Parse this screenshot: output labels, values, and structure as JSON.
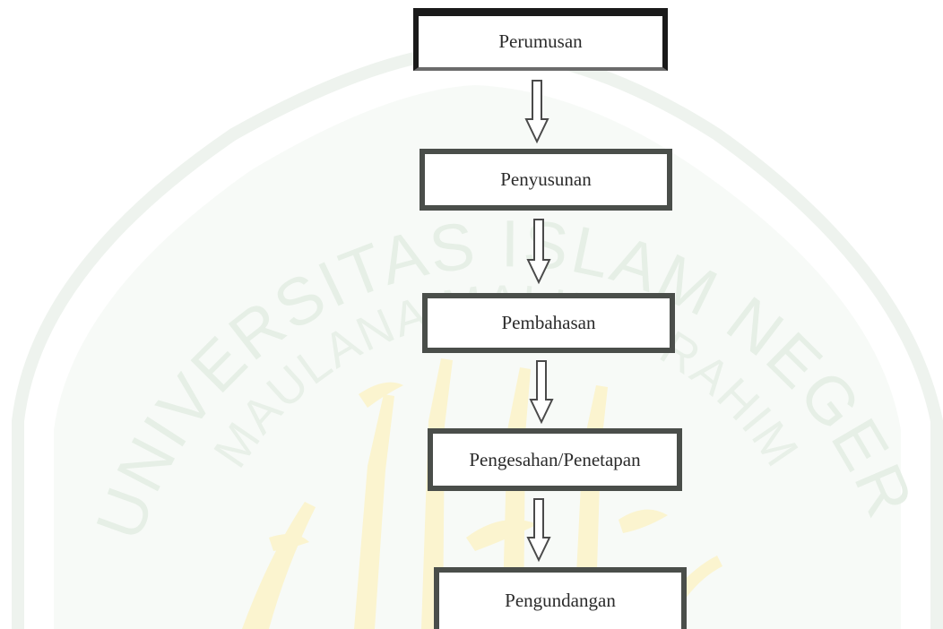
{
  "diagram": {
    "type": "flowchart",
    "direction": "top-to-bottom",
    "steps": [
      {
        "label": "Perumusan"
      },
      {
        "label": "Penyusunan"
      },
      {
        "label": "Pembahasan"
      },
      {
        "label": "Pengesahan/Penetapan"
      },
      {
        "label": "Pengundangan"
      }
    ],
    "connectors": [
      {
        "from": "Perumusan",
        "to": "Penyusunan",
        "style": "hollow-arrow"
      },
      {
        "from": "Penyusunan",
        "to": "Pembahasan",
        "style": "hollow-arrow"
      },
      {
        "from": "Pembahasan",
        "to": "Pengesahan/Penetapan",
        "style": "hollow-arrow"
      },
      {
        "from": "Pengesahan/Penetapan",
        "to": "Pengundangan",
        "style": "hollow-arrow"
      }
    ]
  },
  "watermark": {
    "arc_text_top": "UNIVERSITAS ISLAM NEGERI",
    "arc_text_inner": "MAULANA MALIK IBRAHIM",
    "color_text": "#e6efe6",
    "color_emblem": "#fbf4cf"
  },
  "colors": {
    "box_border": "#4a4e4a",
    "box_border_top": "#1a1a1a",
    "arrow_stroke": "#4a4a4a",
    "text": "#2b2b2b"
  }
}
